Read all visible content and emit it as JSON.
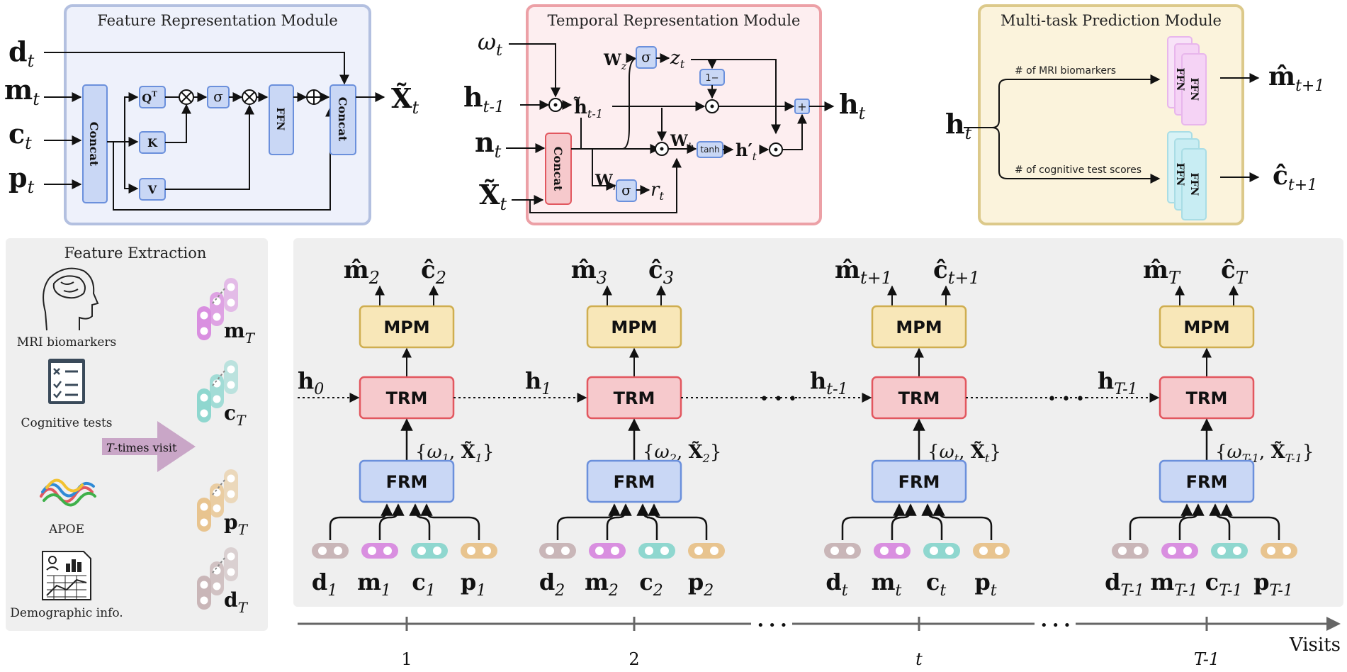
{
  "modules": {
    "frm": {
      "title": "Feature Representation Module",
      "inputs": [
        "d",
        "m",
        "c",
        "p"
      ],
      "concat": "Concat",
      "q": "Q",
      "q_sup": "T",
      "k": "K",
      "v": "V",
      "sigma": "σ",
      "ffn": "FFN",
      "output": "X̃"
    },
    "trm": {
      "title": "Temporal Representation Module",
      "omega": "ω",
      "h_prev": "h",
      "h_prev_sub": "t-1",
      "n": "n",
      "x": "X̃",
      "concat": "Concat",
      "wz": "W",
      "wz_sub": "z",
      "wr": "W",
      "wr_sub": "r",
      "wh": "W",
      "wh_sub": "h",
      "sigma": "σ",
      "z": "z",
      "r": "r",
      "one_minus": "1−",
      "tanh": "tanh",
      "h_tilde": "h̃",
      "h_prime": "h′",
      "output": "h",
      "output_sub": "t",
      "dot": "⊙",
      "plus": "+"
    },
    "mpm": {
      "title": "Multi-task Prediction Module",
      "input": "h",
      "input_sub": "t",
      "branch_top": "# of MRI biomarkers",
      "branch_bottom": "# of cognitive test scores",
      "ffn": "FFN",
      "out_top": "m̂",
      "out_bottom": "ĉ",
      "out_sub": "t+1"
    }
  },
  "feature_extraction": {
    "title": "Feature Extraction",
    "items": [
      "MRI biomarkers",
      "Cognitive tests",
      "APOE",
      "Demographic info."
    ],
    "arrow_label": "-times visit",
    "arrow_label_var": "T",
    "outputs": [
      "m",
      "c",
      "p",
      "d"
    ],
    "output_sub": "T"
  },
  "pipeline": {
    "mpm": "MPM",
    "trm": "TRM",
    "frm": "FRM",
    "steps": [
      {
        "pred_m": "m̂",
        "pred_c": "ĉ",
        "pred_sub": "2",
        "h_in": "h",
        "h_in_sub": "0",
        "omega": "ω",
        "omega_sub": "1",
        "x": "X̃",
        "x_sub": "1",
        "inputs_sub": "1",
        "tick": "1"
      },
      {
        "pred_m": "m̂",
        "pred_c": "ĉ",
        "pred_sub": "3",
        "h_in": "h",
        "h_in_sub": "1",
        "omega": "ω",
        "omega_sub": "2",
        "x": "X̃",
        "x_sub": "2",
        "inputs_sub": "2",
        "tick": "2"
      },
      {
        "pred_m": "m̂",
        "pred_c": "ĉ",
        "pred_sub": "t+1",
        "h_in": "h",
        "h_in_sub": "t-1",
        "omega": "ω",
        "omega_sub": "t",
        "x": "X̃",
        "x_sub": "t",
        "inputs_sub": "t",
        "tick": "t"
      },
      {
        "pred_m": "m̂",
        "pred_c": "ĉ",
        "pred_sub": "T",
        "h_in": "h",
        "h_in_sub": "T-1",
        "omega": "ω",
        "omega_sub": "T-1",
        "x": "X̃",
        "x_sub": "T-1",
        "inputs_sub": "T-1",
        "tick": "T-1"
      }
    ],
    "input_letters": [
      "d",
      "m",
      "c",
      "p"
    ],
    "ellipsis": "• • •"
  },
  "axis": {
    "label": "Visits"
  },
  "colors": {
    "frm_panel": "#eef1fb",
    "frm_border": "#b3c0e0",
    "trm_panel": "#fdeef0",
    "trm_border": "#eca0a6",
    "mpm_panel": "#fbf3dc",
    "mpm_border": "#dcc98a",
    "gray_panel": "#efefef",
    "blue_box": "#c9d7f5",
    "blue_border": "#6b90dc",
    "red_box": "#f6c9cc",
    "red_border": "#e2575f",
    "yellow_box": "#f8e7b8",
    "yellow_border": "#cfae50",
    "d_color": "#c9b6b8",
    "m_color": "#d98fe0",
    "c_color": "#8fd7cf",
    "p_color": "#e8c48f",
    "ffn_pink": "#f5d3f5",
    "ffn_cyan": "#c8edf3"
  }
}
